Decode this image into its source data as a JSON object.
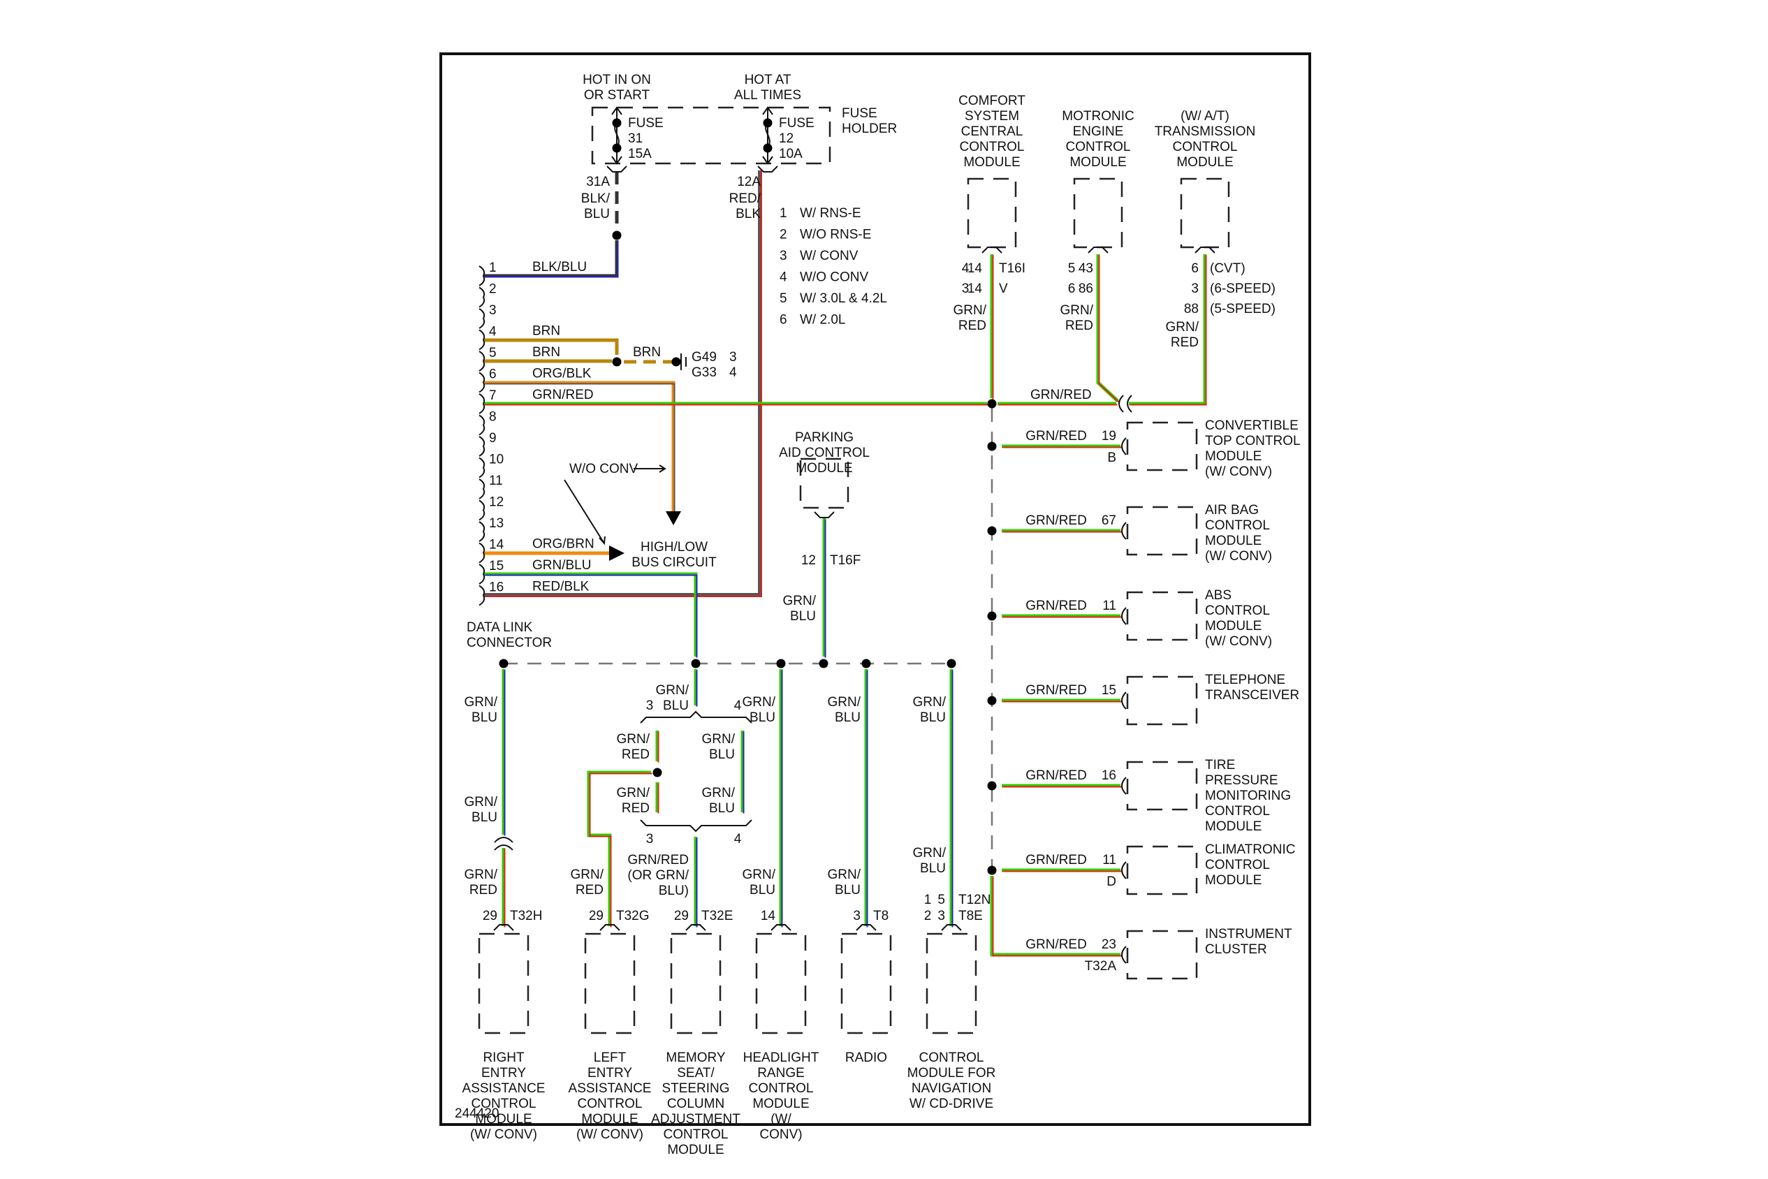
{
  "diagram_id": "244420",
  "power": {
    "hot_in_on": [
      "HOT IN ON",
      "OR START"
    ],
    "hot_at_all_times": [
      "HOT AT",
      "ALL TIMES"
    ],
    "fuse_holder": [
      "FUSE",
      "HOLDER"
    ],
    "fuse_a": [
      "FUSE",
      "31",
      "15A"
    ],
    "fuse_b": [
      "FUSE",
      "12",
      "10A"
    ],
    "fuse_a_out": {
      "pin": "31A",
      "wire": [
        "BLK/",
        "BLU"
      ]
    },
    "fuse_b_out": {
      "pin": "12A",
      "wire": [
        "RED/",
        "BLK"
      ]
    }
  },
  "legend": [
    {
      "num": "1",
      "text": "W/ RNS-E"
    },
    {
      "num": "2",
      "text": "W/O RNS-E"
    },
    {
      "num": "3",
      "text": "W/ CONV"
    },
    {
      "num": "4",
      "text": "W/O CONV"
    },
    {
      "num": "5",
      "text": "W/ 3.0L & 4.2L"
    },
    {
      "num": "6",
      "text": "W/ 2.0L"
    }
  ],
  "data_link_connector": {
    "label": [
      "DATA LINK",
      "CONNECTOR"
    ],
    "pins": [
      {
        "pin": "1",
        "wire": "BLK/BLU"
      },
      {
        "pin": "2",
        "wire": ""
      },
      {
        "pin": "3",
        "wire": ""
      },
      {
        "pin": "4",
        "wire": "BRN"
      },
      {
        "pin": "5",
        "wire": "BRN"
      },
      {
        "pin": "6",
        "wire": "ORG/BLK"
      },
      {
        "pin": "7",
        "wire": "GRN/RED"
      },
      {
        "pin": "8",
        "wire": ""
      },
      {
        "pin": "9",
        "wire": ""
      },
      {
        "pin": "10",
        "wire": ""
      },
      {
        "pin": "11",
        "wire": ""
      },
      {
        "pin": "12",
        "wire": ""
      },
      {
        "pin": "13",
        "wire": ""
      },
      {
        "pin": "14",
        "wire": "ORG/BRN"
      },
      {
        "pin": "15",
        "wire": "GRN/BLU"
      },
      {
        "pin": "16",
        "wire": "RED/BLK"
      }
    ]
  },
  "ground": {
    "wire": "BRN",
    "g1": "G49",
    "g1_note": "3",
    "g2": "G33",
    "g2_note": "4"
  },
  "bus_circuit": {
    "label": [
      "HIGH/LOW",
      "BUS CIRCUIT"
    ],
    "note": "W/O CONV"
  },
  "top_modules": [
    {
      "name": [
        "COMFORT",
        "SYSTEM",
        "CENTRAL",
        "CONTROL",
        "MODULE"
      ],
      "pins": [
        [
          "4",
          "14",
          "T16I"
        ],
        [
          "3",
          "14",
          "V"
        ]
      ],
      "wire": [
        "GRN/",
        "RED"
      ]
    },
    {
      "name": [
        "MOTRONIC",
        "ENGINE",
        "CONTROL",
        "MODULE"
      ],
      "pins": [
        [
          "5",
          "43",
          ""
        ],
        [
          "6",
          "86",
          ""
        ]
      ],
      "wire": [
        "GRN/",
        "RED"
      ]
    },
    {
      "name": [
        "(W/ A/T)",
        "TRANSMISSION",
        "CONTROL",
        "MODULE"
      ],
      "pins": [
        [
          "6",
          "(CVT)"
        ],
        [
          "3",
          "(6-SPEED)"
        ],
        [
          "88",
          "(5-SPEED)"
        ]
      ],
      "wire": [
        "GRN/",
        "RED"
      ]
    }
  ],
  "can_main_wire": "GRN/RED",
  "right_modules": [
    {
      "wire": "GRN/RED",
      "pin": "19",
      "sub": "B",
      "name": [
        "CONVERTIBLE",
        "TOP CONTROL",
        "MODULE",
        "(W/ CONV)"
      ]
    },
    {
      "wire": "GRN/RED",
      "pin": "67",
      "sub": "",
      "name": [
        "AIR BAG",
        "CONTROL",
        "MODULE",
        "(W/ CONV)"
      ]
    },
    {
      "wire": "GRN/RED",
      "pin": "11",
      "sub": "",
      "name": [
        "ABS",
        "CONTROL",
        "MODULE",
        "(W/ CONV)"
      ]
    },
    {
      "wire": "GRN/RED",
      "pin": "15",
      "sub": "",
      "name": [
        "TELEPHONE",
        "TRANSCEIVER"
      ]
    },
    {
      "wire": "GRN/RED",
      "pin": "16",
      "sub": "",
      "name": [
        "TIRE",
        "PRESSURE",
        "MONITORING",
        "CONTROL",
        "MODULE"
      ]
    },
    {
      "wire": "GRN/RED",
      "pin": "11",
      "sub": "D",
      "name": [
        "CLIMATRONIC",
        "CONTROL",
        "MODULE"
      ]
    },
    {
      "wire": "GRN/RED",
      "pin": "23",
      "sub": "T32A",
      "name": [
        "INSTRUMENT",
        "CLUSTER"
      ]
    }
  ],
  "parking_aid": {
    "name": [
      "PARKING",
      "AID CONTROL",
      "MODULE"
    ],
    "pin": "12",
    "conn": "T16F",
    "wire": [
      "GRN/",
      "BLU"
    ]
  },
  "splice": {
    "top_wire": [
      "GRN/",
      "BLU"
    ],
    "top_l": "3",
    "top_r": "4",
    "left_wire_a": [
      "GRN/",
      "RED"
    ],
    "left_wire_b": [
      "GRN/",
      "RED"
    ],
    "right_wire_a": [
      "GRN/",
      "BLU"
    ],
    "right_wire_b": [
      "GRN/",
      "BLU"
    ],
    "bot_l": "3",
    "bot_r": "4"
  },
  "bottom_modules": [
    {
      "upper_wire": [
        "GRN/",
        "BLU"
      ],
      "mid_wire": [
        "GRN/",
        "BLU"
      ],
      "lower_wire": [
        "GRN/",
        "RED"
      ],
      "pin": "29",
      "conn": "T32H",
      "name": [
        "RIGHT",
        "ENTRY",
        "ASSISTANCE",
        "CONTROL",
        "MODULE",
        "(W/ CONV)"
      ]
    },
    {
      "lower_wire": [
        "GRN/",
        "RED"
      ],
      "pin": "29",
      "conn": "T32G",
      "name": [
        "LEFT",
        "ENTRY",
        "ASSISTANCE",
        "CONTROL",
        "MODULE",
        "(W/ CONV)"
      ]
    },
    {
      "lower_wire": [
        "GRN/RED",
        "(OR GRN/",
        "BLU)"
      ],
      "pin": "29",
      "conn": "T32E",
      "name": [
        "MEMORY",
        "SEAT/",
        "STEERING",
        "COLUMN",
        "ADJUSTMENT",
        "CONTROL",
        "MODULE"
      ]
    },
    {
      "upper_wire": [
        "GRN/",
        "BLU"
      ],
      "lower_wire": [
        "GRN/",
        "BLU"
      ],
      "pin": "14",
      "conn": "",
      "name": [
        "HEADLIGHT",
        "RANGE",
        "CONTROL",
        "MODULE",
        "(W/",
        "CONV)"
      ]
    },
    {
      "upper_wire": [
        "GRN/",
        "BLU"
      ],
      "lower_wire": [
        "GRN/",
        "BLU"
      ],
      "pin": "3",
      "conn": "T8",
      "name": [
        "RADIO"
      ]
    },
    {
      "upper_wire": [
        "GRN/",
        "BLU"
      ],
      "lower_wire": [
        "GRN/",
        "BLU"
      ],
      "pins": [
        [
          "1",
          "5",
          "T12N"
        ],
        [
          "2",
          "3",
          "T8E"
        ]
      ],
      "name": [
        "CONTROL",
        "MODULE FOR",
        "NAVIGATION",
        "W/ CD-DRIVE"
      ]
    }
  ],
  "colors": {
    "green": "#33cc00",
    "red": "#e8201a",
    "blue": "#2222cc",
    "brown": "#b8860b",
    "orange": "#f08a10",
    "black": "#111111"
  }
}
